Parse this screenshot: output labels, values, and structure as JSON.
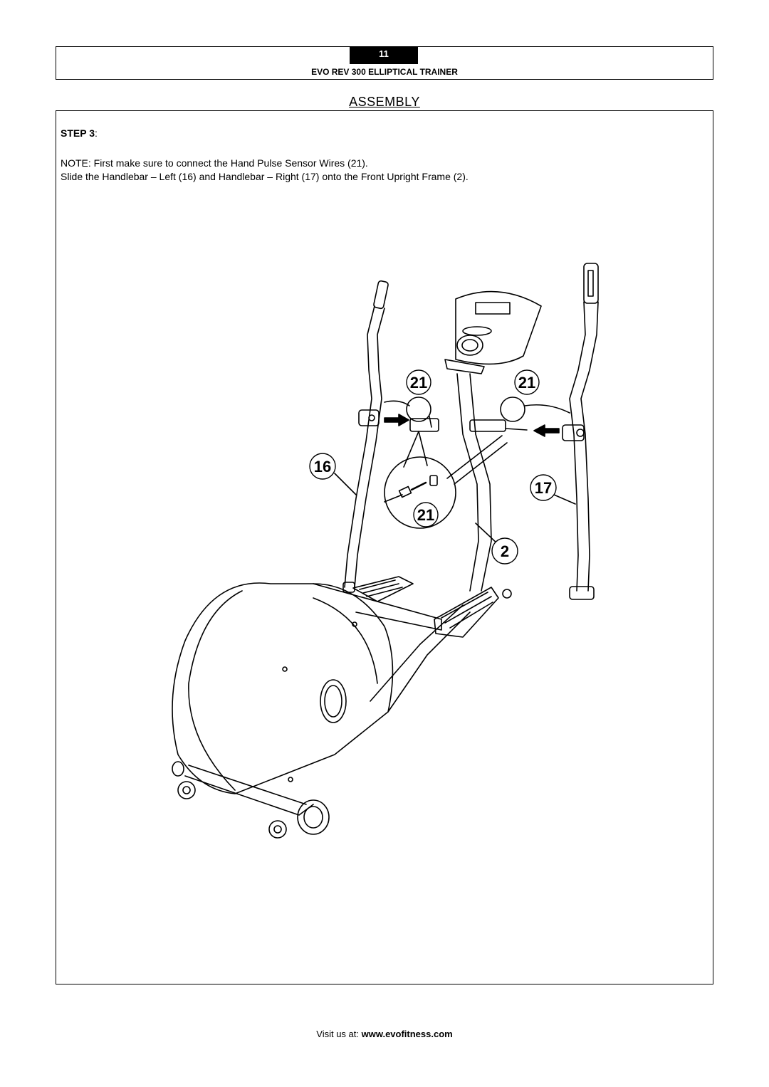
{
  "header": {
    "page_number": "11",
    "title": "EVO REV 300 ELLIPTICAL TRAINER"
  },
  "section_title": "ASSEMBLY",
  "step": {
    "label": "STEP 3",
    "suffix": ":",
    "note": "NOTE: First make sure to connect the Hand Pulse Sensor Wires (21).",
    "instruction": "Slide the Handlebar – Left (16) and Handlebar – Right (17) onto the Front Upright Frame (2)."
  },
  "diagram": {
    "callouts": {
      "wire_left": "21",
      "wire_right": "21",
      "handlebar_left": "16",
      "handlebar_right": "17",
      "wire_detail": "21",
      "upright_frame": "2"
    }
  },
  "footer": {
    "prefix": "Visit us at: ",
    "url": "www.evofitness.com"
  }
}
